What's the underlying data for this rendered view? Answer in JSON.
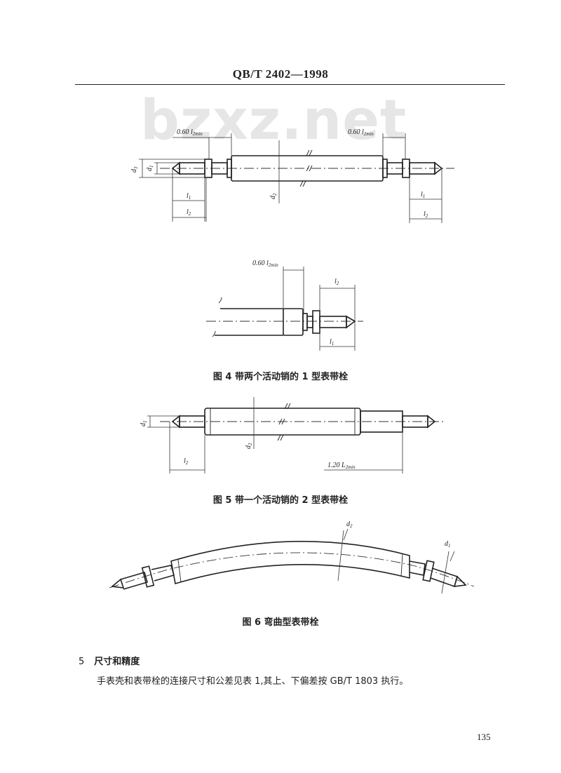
{
  "header": {
    "standard_no": "QB/T 2402—1998"
  },
  "watermark": "bzxz.net",
  "figure4": {
    "caption": "图 4   带两个活动销的 1 型表带栓",
    "labels": {
      "pos_top_left": "0.60 l",
      "pos_top_left_sub": "2min",
      "pos_top_right": "0.60 l",
      "pos_top_right_sub": "2min",
      "d3": "d",
      "d3_sub": "3",
      "d1": "d",
      "d1_sub": "1",
      "d2": "d",
      "d2_sub": "2",
      "l1_left": "l",
      "l1_left_sub": "1",
      "l2_left": "l",
      "l2_left_sub": "2",
      "l1_right": "l",
      "l1_right_sub": "1",
      "l2_right": "l",
      "l2_right_sub": "2",
      "detail_pos": "0.60 l",
      "detail_pos_sub": "2min",
      "detail_l2": "l",
      "detail_l2_sub": "2",
      "detail_l1": "l",
      "detail_l1_sub": "1"
    }
  },
  "figure5": {
    "caption": "图 5   带一个活动销的 2 型表带栓",
    "labels": {
      "d1": "d",
      "d1_sub": "1",
      "d2": "d",
      "d2_sub": "2",
      "l2": "l",
      "l2_sub": "2",
      "pos": "1.20 L",
      "pos_sub": "2min"
    }
  },
  "figure6": {
    "caption": "图 6   弯曲型表带栓",
    "labels": {
      "d2": "d",
      "d2_sub": "2",
      "d1": "d",
      "d1_sub": "1"
    }
  },
  "section": {
    "number": "5",
    "title": "尺寸和精度"
  },
  "paragraph": "手表壳和表带栓的连接尺寸和公差见表 1,其上、下偏差按 GB/T 1803 执行。",
  "page_number": "135"
}
